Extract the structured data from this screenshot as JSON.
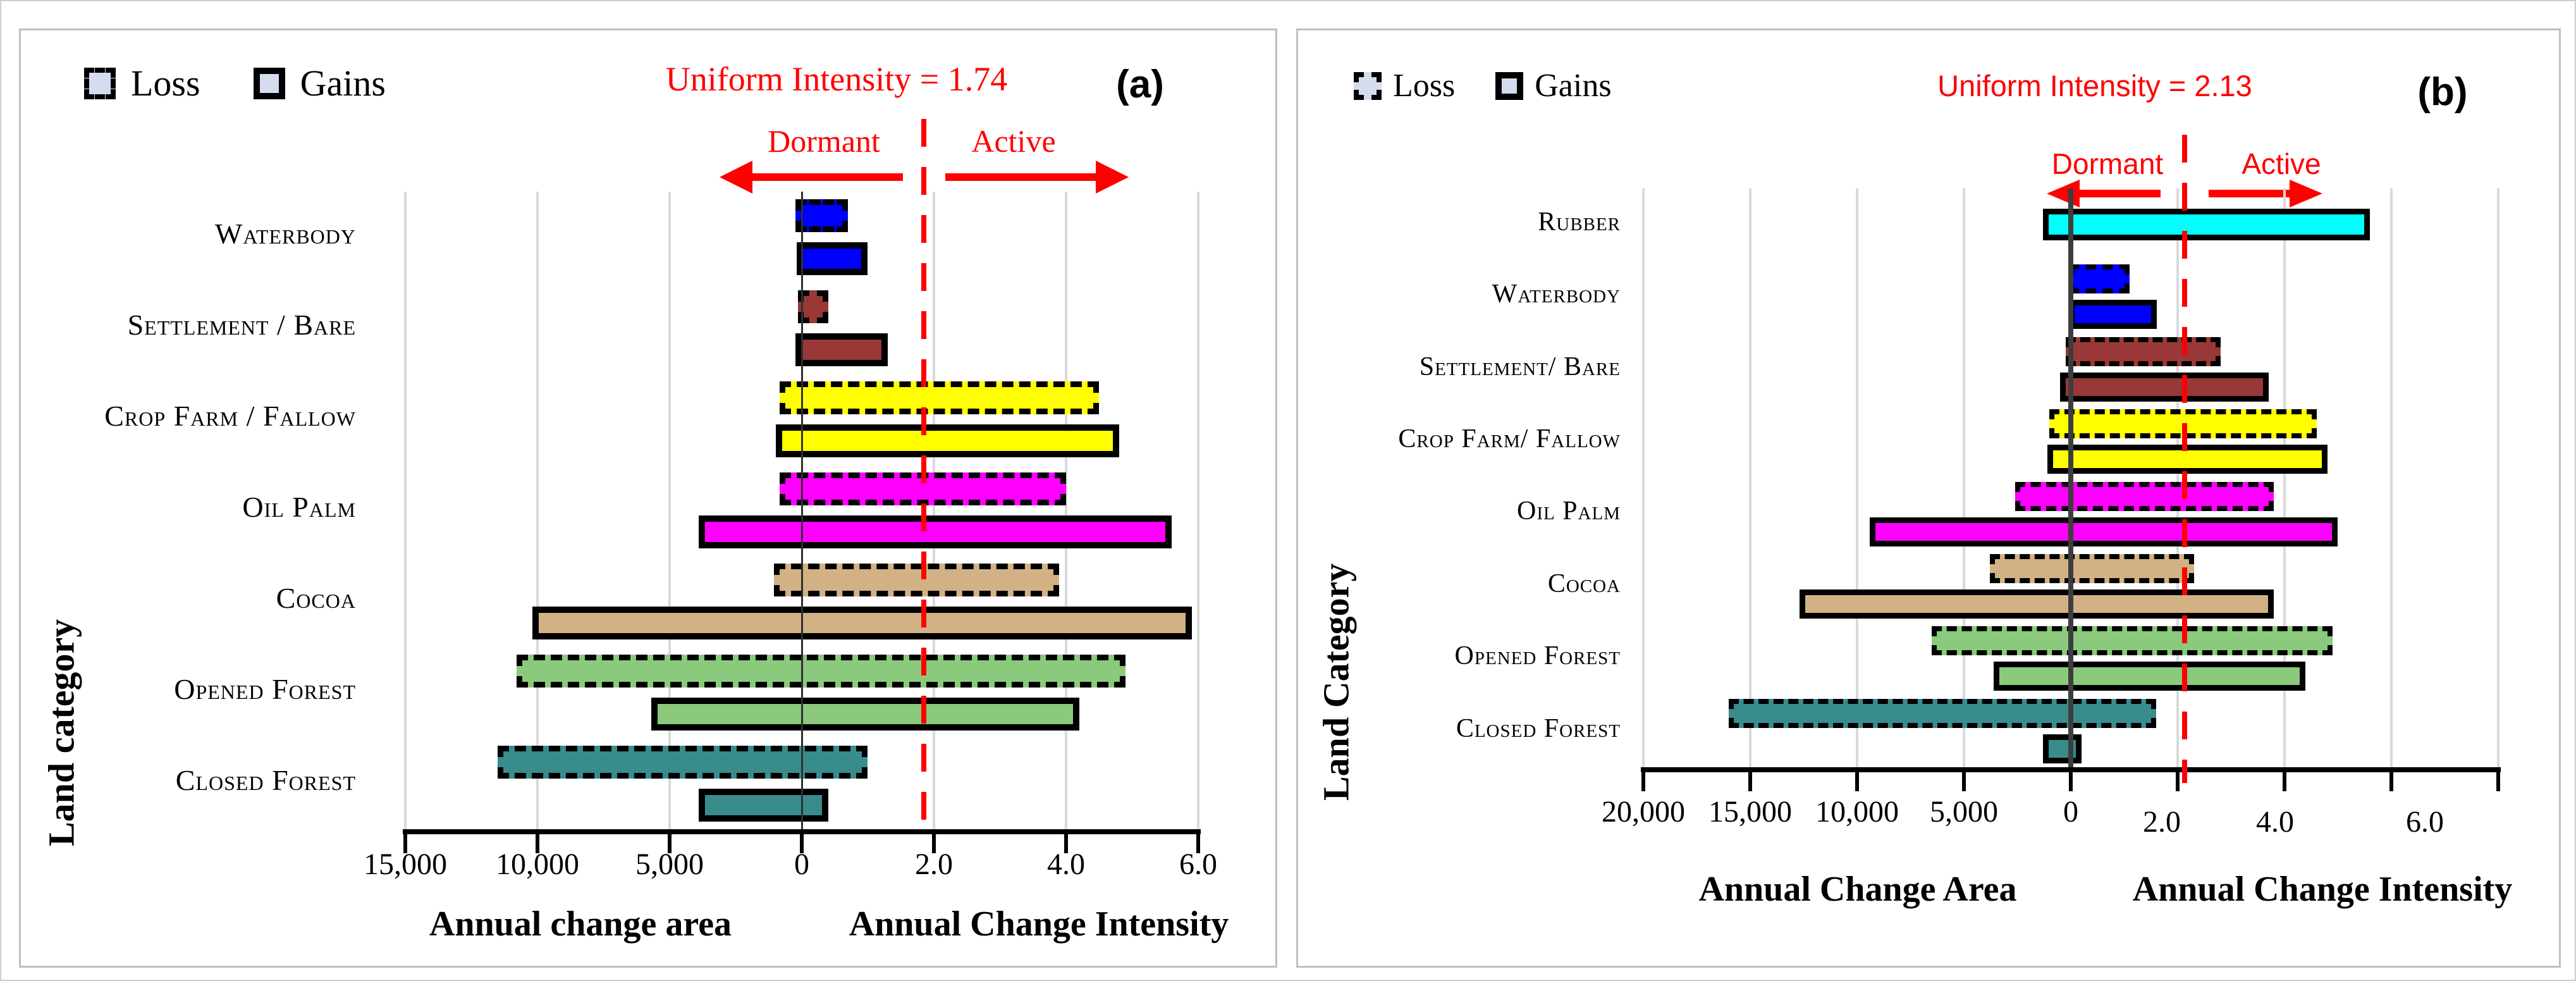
{
  "figure_tags": {
    "a": "(a)",
    "b": "(b)"
  },
  "legend": {
    "loss_label": "Loss",
    "gains_label": "Gains"
  },
  "colors": {
    "annotation_red": "#FF0000",
    "gridline": "#D9D9D9",
    "zero_line_b": "#3D3D3D",
    "zero_line_a": "#303030",
    "legend_swatch_fill": "#D4DCEE",
    "panel_border": "#BFBFBF",
    "bar_border": "#000000"
  },
  "chart_data": [
    {
      "type": "bar",
      "panel": "a",
      "orientation": "horizontal-diverging",
      "title": "Uniform Intensity = 1.74",
      "uniform_intensity": 1.74,
      "line_at_intensity": 1.85,
      "annotations": {
        "dormant": "Dormant",
        "active": "Active"
      },
      "ylabel": "Land category",
      "xlabel_area": "Annual change area",
      "xlabel_intensity": "Annual Change Intensity",
      "area_axis": {
        "max": 15000,
        "grid_interval": 5000
      },
      "intensity_axis": {
        "max": 6.0,
        "grid_interval": 2.0
      },
      "area_tick_labels": [
        "15,000",
        "10,000",
        "5,000",
        "0"
      ],
      "intensity_tick_labels": [
        "2.0",
        "4.0",
        "6.0"
      ],
      "grid": true,
      "legend_position": "top-left",
      "categories": [
        "Waterbody",
        "Settlement / Bare",
        "Crop Farm / Fallow",
        "Oil Palm",
        "Cocoa",
        "Opened Forest",
        "Closed Forest"
      ],
      "category_colors": [
        "#0000FF",
        "#9A3838",
        "#FFFF00",
        "#FF00FF",
        "#D2B285",
        "#8BC97D",
        "#398C8C"
      ],
      "series": [
        {
          "name": "Loss",
          "style": "dashed",
          "data": [
            {
              "area": 240,
              "intensity": 0.7
            },
            {
              "area": 140,
              "intensity": 0.4
            },
            {
              "area": 840,
              "intensity": 4.5
            },
            {
              "area": 840,
              "intensity": 4.0
            },
            {
              "area": 1050,
              "intensity": 3.9
            },
            {
              "area": 10800,
              "intensity": 4.9
            },
            {
              "area": 11500,
              "intensity": 1.0
            }
          ]
        },
        {
          "name": "Gains",
          "style": "solid",
          "data": [
            {
              "area": 190,
              "intensity": 1.0
            },
            {
              "area": 240,
              "intensity": 1.3
            },
            {
              "area": 980,
              "intensity": 4.8
            },
            {
              "area": 3900,
              "intensity": 5.6
            },
            {
              "area": 10200,
              "intensity": 5.9
            },
            {
              "area": 5700,
              "intensity": 4.2
            },
            {
              "area": 3900,
              "intensity": 0.4
            }
          ]
        }
      ]
    },
    {
      "type": "bar",
      "panel": "b",
      "orientation": "horizontal-diverging",
      "title": "Uniform Intensity = 2.13",
      "uniform_intensity": 2.13,
      "line_at_intensity": 2.13,
      "annotations": {
        "dormant": "Dormant",
        "active": "Active"
      },
      "ylabel": "Land Category",
      "xlabel_area": "Annual Change Area",
      "xlabel_intensity": "Annual Change Intensity",
      "area_axis": {
        "max": 20000,
        "grid_interval": 5000
      },
      "intensity_axis": {
        "max": 6.0,
        "grid_interval": 2.0
      },
      "area_tick_labels": [
        "20,000",
        "15,000",
        "10,000",
        "5,000",
        "0"
      ],
      "intensity_tick_labels": [
        "2.0",
        "4.0",
        "6.0"
      ],
      "grid": true,
      "legend_position": "top-left",
      "categories": [
        "Rubber",
        "Waterbody",
        "Settlement/ Bare",
        "Crop Farm/ Fallow",
        "Oil Palm",
        "Cocoa",
        "Opened Forest",
        "Closed Forest"
      ],
      "category_colors": [
        "#00FFFF",
        "#0000FF",
        "#9A3838",
        "#FFFF00",
        "#FF00FF",
        "#D2B285",
        "#8BC97D",
        "#398C8C"
      ],
      "series": [
        {
          "name": "Loss",
          "style": "dashed",
          "data": [
            null,
            {
              "area": 100,
              "intensity": 1.1
            },
            {
              "area": 240,
              "intensity": 2.8
            },
            {
              "area": 1000,
              "intensity": 4.6
            },
            {
              "area": 2600,
              "intensity": 3.8
            },
            {
              "area": 3800,
              "intensity": 2.3
            },
            {
              "area": 6500,
              "intensity": 4.9
            },
            {
              "area": 16000,
              "intensity": 1.6
            }
          ]
        },
        {
          "name": "Gains",
          "style": "solid",
          "data": [
            {
              "area": 1300,
              "intensity": 5.6
            },
            {
              "area": 100,
              "intensity": 1.6
            },
            {
              "area": 500,
              "intensity": 3.7
            },
            {
              "area": 1100,
              "intensity": 4.8
            },
            {
              "area": 9400,
              "intensity": 5.0
            },
            {
              "area": 12700,
              "intensity": 3.8
            },
            {
              "area": 3600,
              "intensity": 4.4
            },
            {
              "area": 1300,
              "intensity": 0.2
            }
          ]
        }
      ]
    }
  ]
}
